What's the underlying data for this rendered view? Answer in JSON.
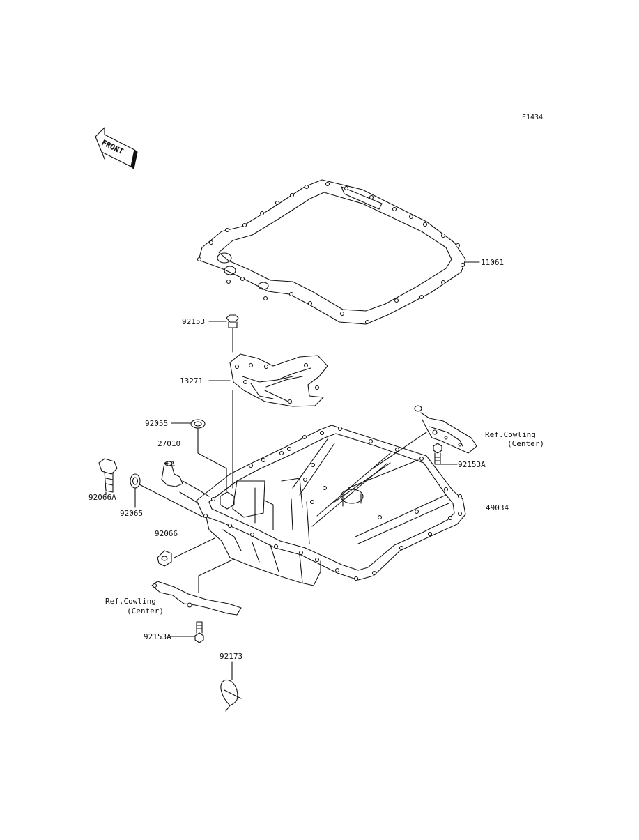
{
  "diagram": {
    "code": "E1434",
    "front_label": "FRONT",
    "labels": {
      "p11061": "11061",
      "p92153_top": "92153",
      "p13271": "13271",
      "p92055": "92055",
      "p27010": "27010",
      "p92066A": "92066A",
      "p92065": "92065",
      "p92066": "92066",
      "p49034": "49034",
      "p92153A_right": "92153A",
      "p92153A_left": "92153A",
      "p92173": "92173",
      "ref_right_1": "Ref.Cowling",
      "ref_right_2": "(Center)",
      "ref_left_1": "Ref.Cowling",
      "ref_left_2": "(Center)"
    }
  }
}
